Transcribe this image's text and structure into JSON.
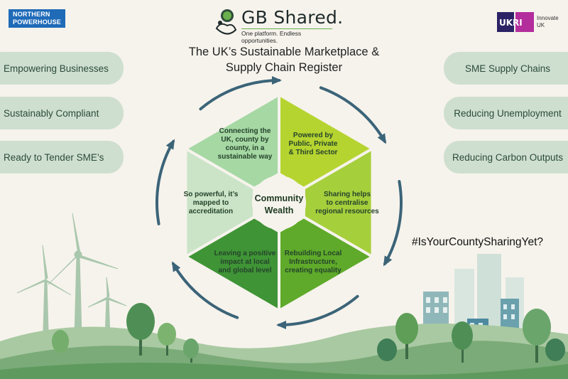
{
  "logos": {
    "northern_powerhouse": [
      "NORTHERN",
      "POWERHOUSE"
    ],
    "gb_shared_title": "GB Shared.",
    "gb_shared_tagline": "One platform. Endless opportunities.",
    "innovate_uk": [
      "Innovate",
      "UK"
    ],
    "ukri_mark": "UKRI"
  },
  "headline": [
    "The UK’s Sustainable Marketplace &",
    "Supply Chain Register"
  ],
  "left_pills": [
    "Empowering Businesses",
    "Sustainably Compliant",
    "Ready to Tender SME’s"
  ],
  "right_pills": [
    "SME Supply Chains",
    "Reducing Unemployment",
    "Reducing Carbon Outputs"
  ],
  "hashtag": "#IsYourCountySharingYet?",
  "wheel": {
    "center": [
      "Community",
      "Wealth"
    ],
    "segments": [
      {
        "lines": [
          "Powered by",
          "Public, Private",
          "& Third Sector"
        ]
      },
      {
        "lines": [
          "Sharing helps",
          "to centralise",
          "regional resources"
        ]
      },
      {
        "lines": [
          "Rebuilding Local",
          "Infrastructure,",
          "creating equality"
        ]
      },
      {
        "lines": [
          "Leaving a positive",
          "impact at local",
          "and global level"
        ]
      },
      {
        "lines": [
          "So powerful, it’s",
          "mapped to",
          "accreditation"
        ]
      },
      {
        "lines": [
          "Connecting the",
          "UK, county by",
          "county, in a",
          "sustainable way"
        ]
      }
    ]
  },
  "colors": {
    "seg": [
      "#b6d430",
      "#a6cf3c",
      "#5faa2a",
      "#3f9436",
      "#cbe4c8",
      "#a6d8a4"
    ],
    "arrow": "#3b6478",
    "pill_bg": "#cfdfcf"
  },
  "icons": [
    "wind-turbine-icon",
    "tree-icon",
    "building-icon",
    "people-icon"
  ]
}
